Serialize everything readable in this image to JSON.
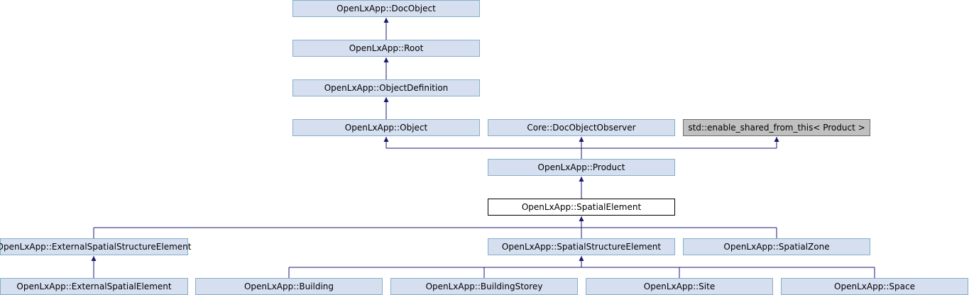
{
  "colors": {
    "edge": "#191970",
    "node_fill": "#d6dff0",
    "node_border": "#84b0c7",
    "focus_fill": "#ffffff",
    "external_fill": "#c0c0c0"
  },
  "nodes": {
    "docobject": "OpenLxApp::DocObject",
    "root": "OpenLxApp::Root",
    "objectdefinition": "OpenLxApp::ObjectDefinition",
    "object": "OpenLxApp::Object",
    "docobjectobserver": "Core::DocObjectObserver",
    "enable_shared": "std::enable_shared_from_this< Product >",
    "product": "OpenLxApp::Product",
    "spatialelement": "OpenLxApp::SpatialElement",
    "externalspatialstructureelement": "OpenLxApp::ExternalSpatialStructureElement",
    "spatialstructureelement": "OpenLxApp::SpatialStructureElement",
    "spatialzone": "OpenLxApp::SpatialZone",
    "externalspatialelement": "OpenLxApp::ExternalSpatialElement",
    "building": "OpenLxApp::Building",
    "buildingstorey": "OpenLxApp::BuildingStorey",
    "site": "OpenLxApp::Site",
    "space": "OpenLxApp::Space"
  }
}
